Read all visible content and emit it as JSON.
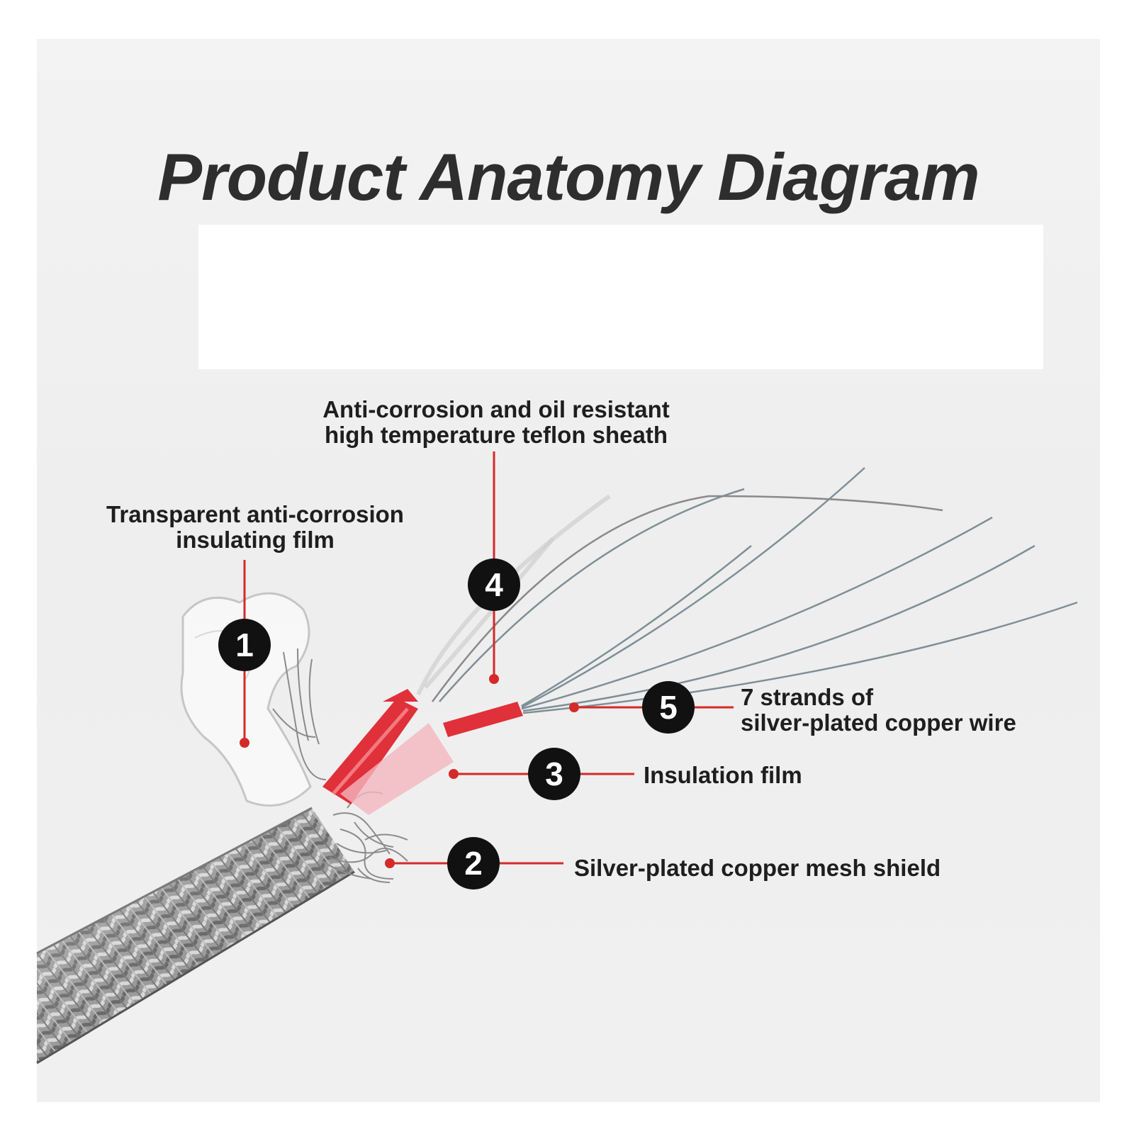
{
  "title": "Product Anatomy Diagram",
  "callouts": [
    {
      "number": "1",
      "lines": [
        "Transparent anti-corrosion",
        "insulating film"
      ]
    },
    {
      "number": "2",
      "lines": [
        "Silver-plated copper mesh shield"
      ]
    },
    {
      "number": "3",
      "lines": [
        "Insulation film"
      ]
    },
    {
      "number": "4",
      "lines": [
        "Anti-corrosion and oil resistant",
        "high temperature teflon sheath"
      ]
    },
    {
      "number": "5",
      "lines": [
        "7 strands of",
        "silver-plated copper wire"
      ]
    }
  ],
  "colors": {
    "leader_line": "#d42a2a",
    "badge": "#111111",
    "teflon_sheath": "#e0303a",
    "braid": "#8a8a8a"
  }
}
